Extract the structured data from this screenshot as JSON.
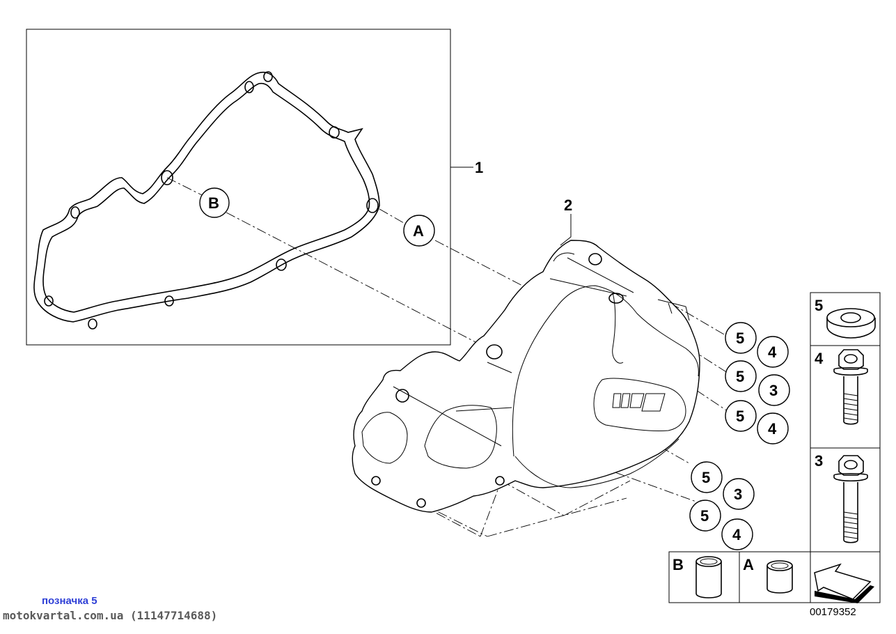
{
  "diagram": {
    "callouts": {
      "gasket": "1",
      "cover": "2",
      "ref_b": "B",
      "ref_a": "A",
      "bolt_items": [
        "5",
        "4",
        "5",
        "3",
        "5",
        "4",
        "5",
        "3",
        "5",
        "4"
      ]
    },
    "legend": {
      "washer": "5",
      "bolt_long": "4",
      "bolt_short": "3",
      "sleeve_b": "B",
      "sleeve_a": "A"
    },
    "diagram_id": "00179352"
  },
  "captions": {
    "label": "позначка 5",
    "source": "motokvartal.com.ua (11147714688)"
  },
  "colors": {
    "line": "#000000",
    "caption_label": "#2e3fd6",
    "caption_source": "#5a5a5a"
  }
}
